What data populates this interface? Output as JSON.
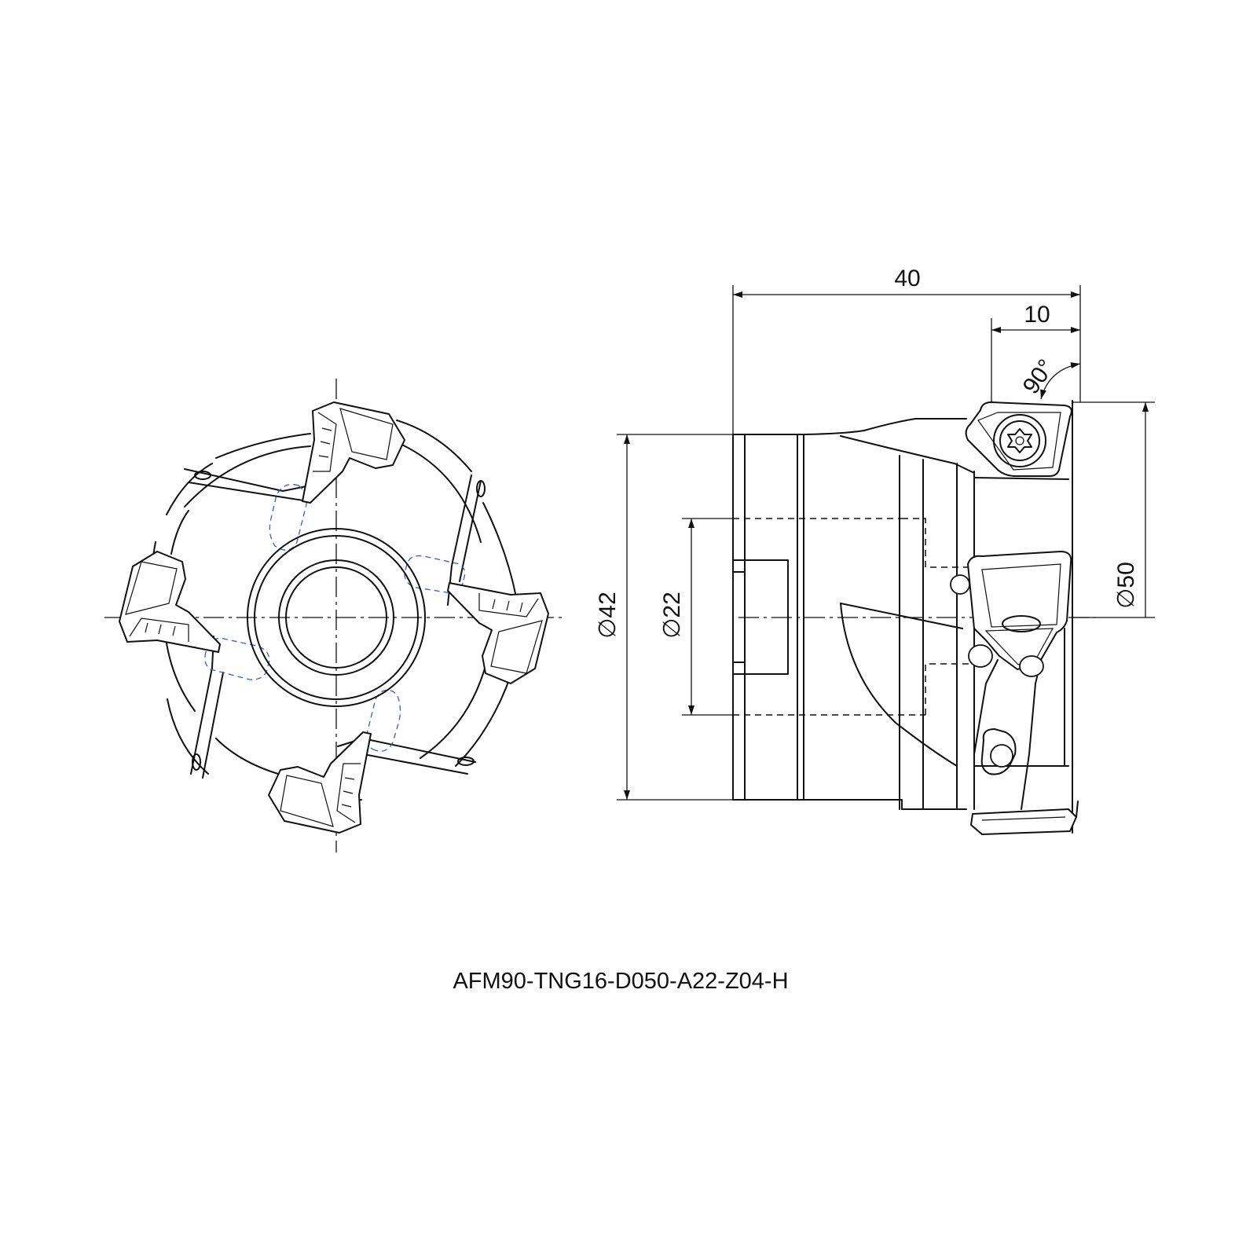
{
  "drawing": {
    "dimensions": {
      "overall_length": "40",
      "insert_length": "10",
      "lead_angle": "90°",
      "diameter_cutting": "∅50",
      "diameter_body": "∅42",
      "diameter_bore": "∅22"
    },
    "part_number": "AFM90-TNG16-D050-A22-Z04-H"
  },
  "colors": {
    "line": "#111111",
    "hidden_pocket": "#3d5fb0",
    "background": "#ffffff"
  }
}
